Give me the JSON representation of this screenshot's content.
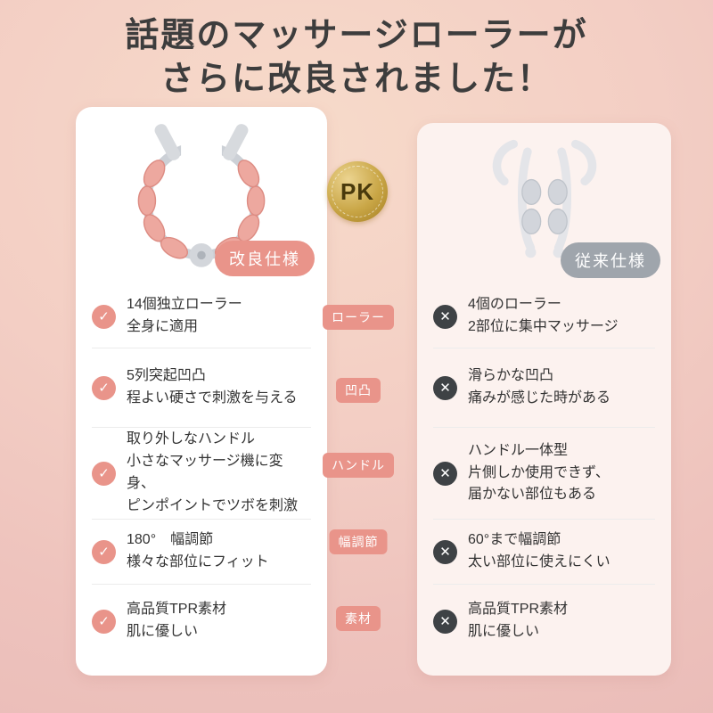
{
  "title": {
    "line1": "話題のマッサージローラーが",
    "line2": "さらに改良されました！"
  },
  "pk": {
    "label": "PK"
  },
  "center_labels": [
    "ローラー",
    "凹凸",
    "ハンドル",
    "幅調節",
    "素材"
  ],
  "improved": {
    "badge": "改良仕様",
    "items": [
      {
        "text": "14個独立ローラー\n全身に適用"
      },
      {
        "text": "5列突起凹凸\n程よい硬さで刺激を与える"
      },
      {
        "text": "取り外しなハンドル\n小さなマッサージ機に変身、\nピンポイントでツボを刺激"
      },
      {
        "text": "180°　幅調節\n様々な部位にフィット"
      },
      {
        "text": "高品質TPR素材\n肌に優しい"
      }
    ]
  },
  "conventional": {
    "badge": "従来仕様",
    "items": [
      {
        "text": "4個のローラー\n2部位に集中マッサージ"
      },
      {
        "text": "滑らかな凹凸\n痛みが感じた時がある"
      },
      {
        "text": "ハンドル一体型\n片側しか使用できず、\n届かない部位もある"
      },
      {
        "text": "60°まで幅調節\n太い部位に使えにくい"
      },
      {
        "text": "高品質TPR素材\n肌に優しい"
      }
    ]
  },
  "icons": {
    "check": "✓",
    "cross": "✕"
  },
  "colors": {
    "accent_pink": "#e9948a",
    "badge_gray": "#9fa5ac",
    "cross_dark": "#3e4245",
    "gold": "#c9a646"
  }
}
